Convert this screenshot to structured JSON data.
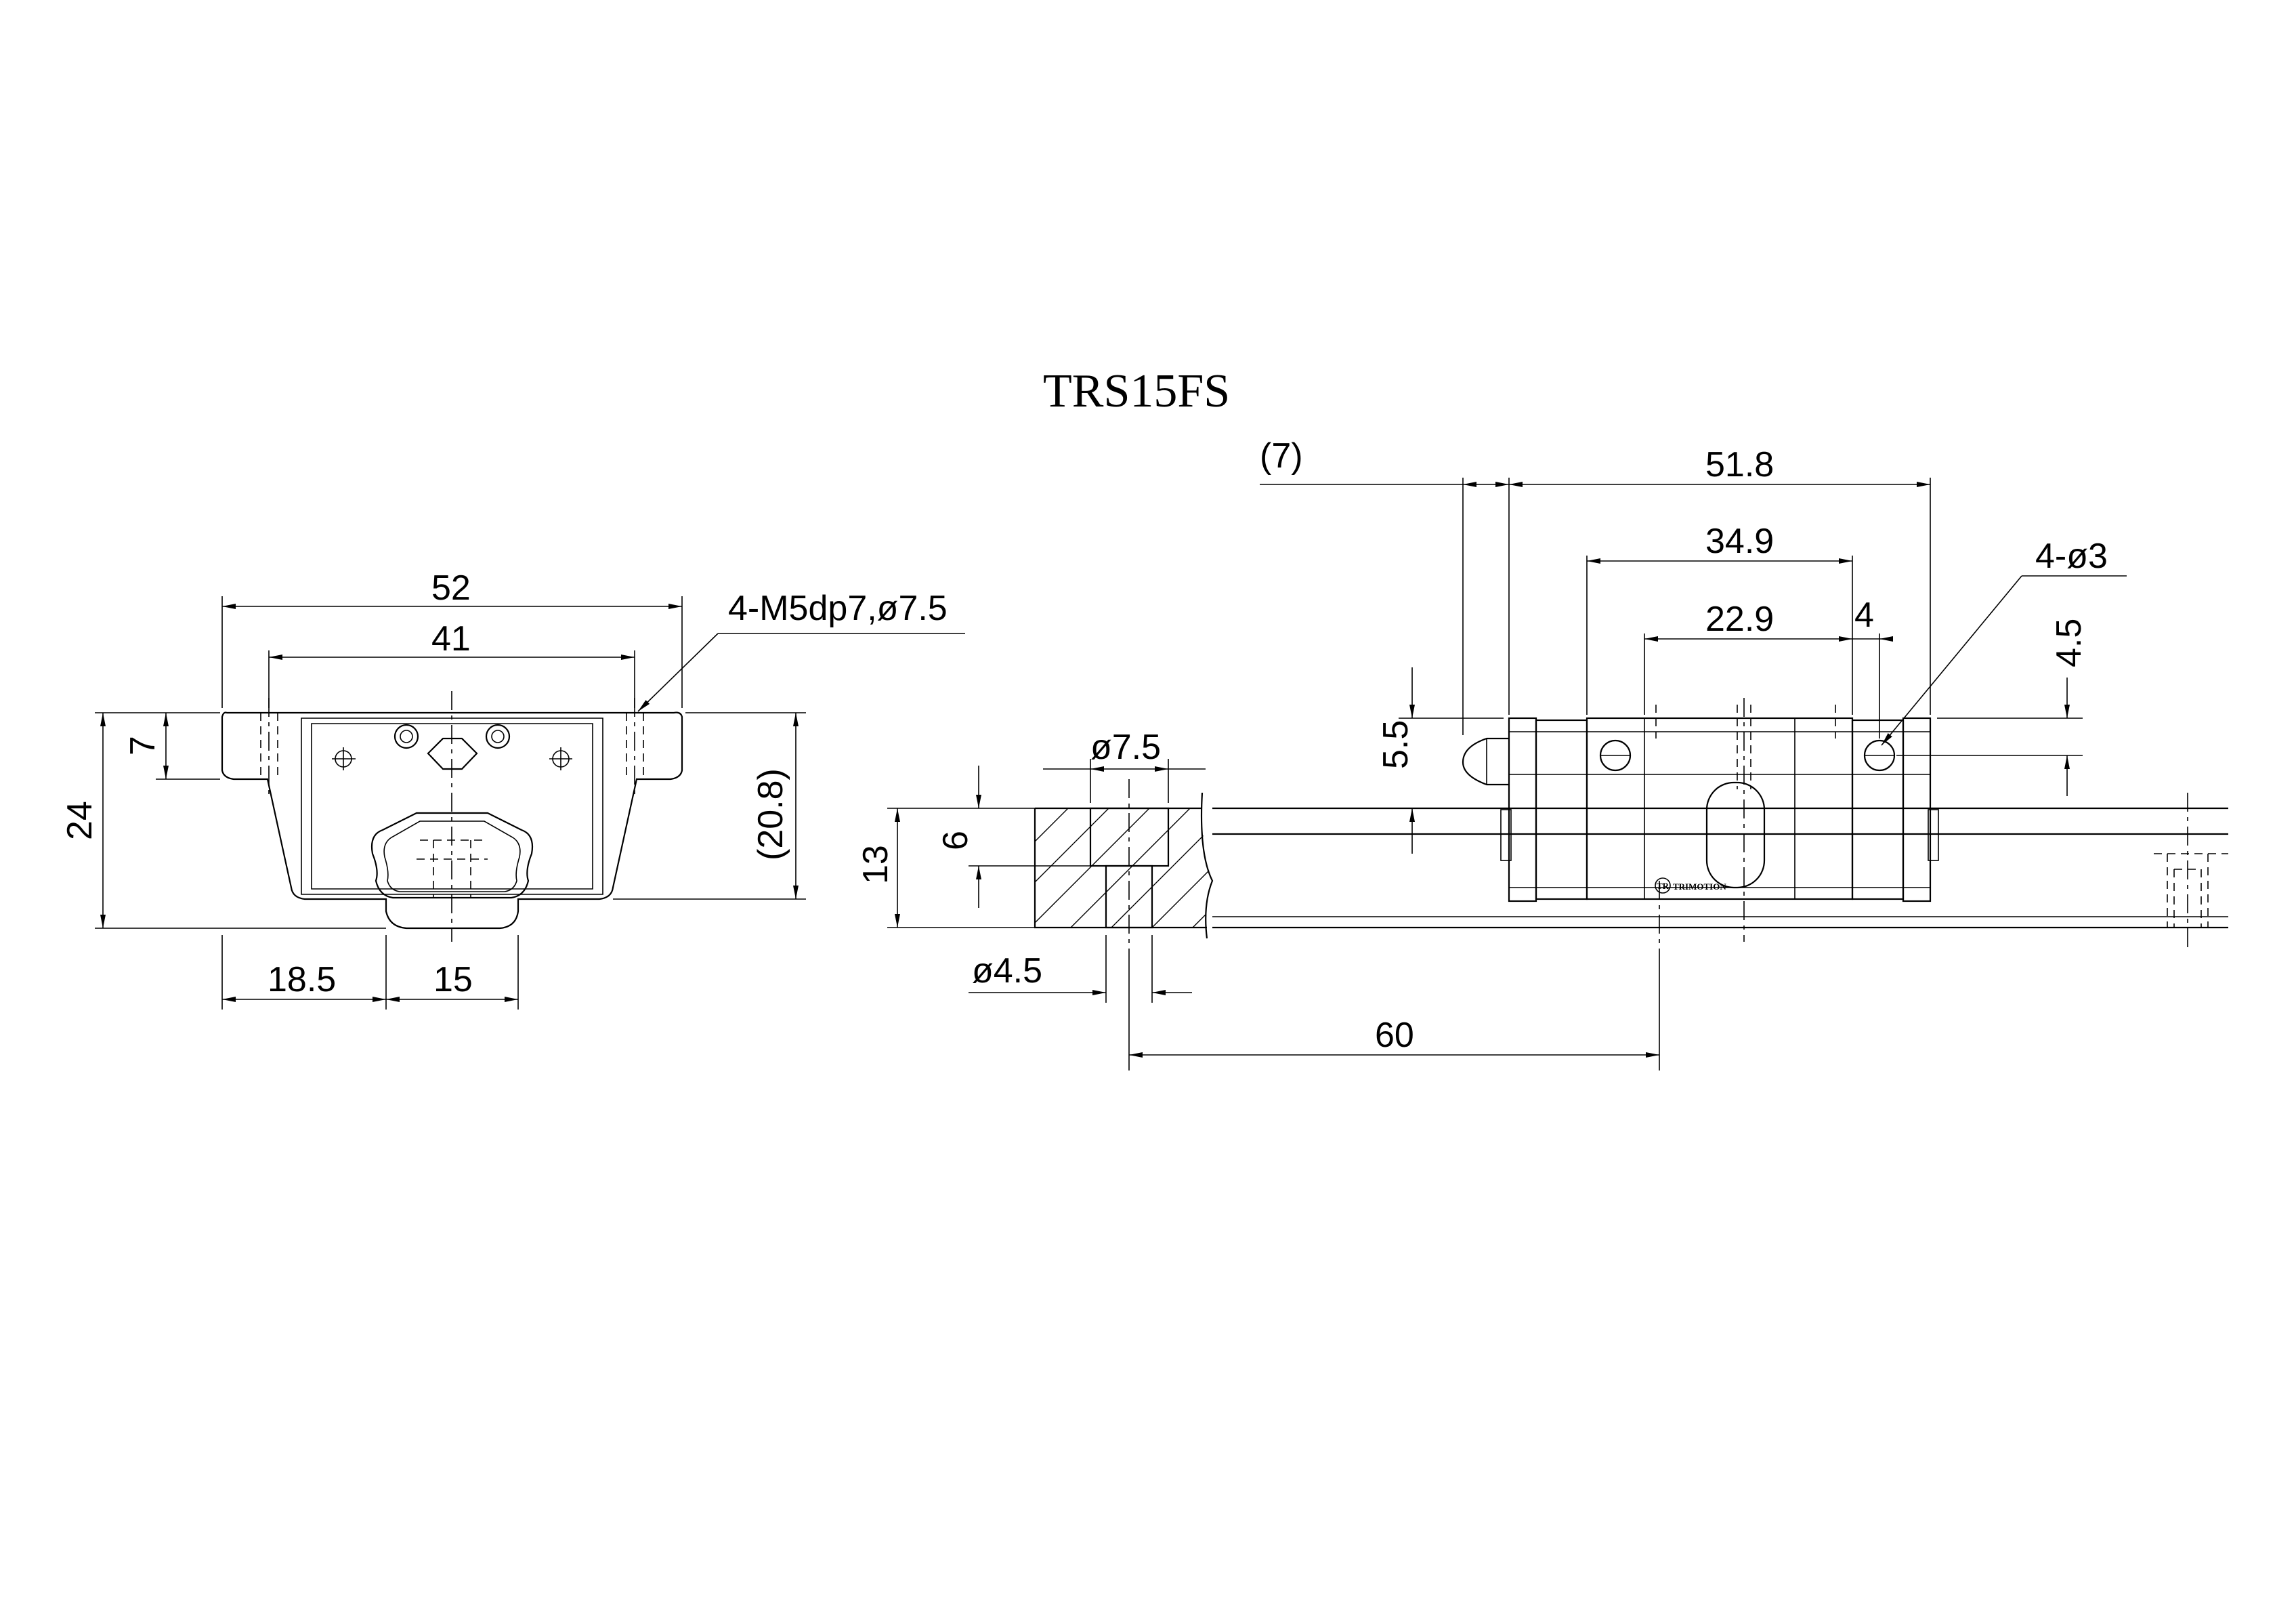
{
  "title": "TRS15FS",
  "brand": {
    "logo": "TR",
    "name": "TRIMOTION"
  },
  "front_view": {
    "dim_width": "52",
    "dim_mount_spacing": "41",
    "dim_thread": "4-M5dp7,ø7.5",
    "dim_height": "24",
    "dim_flange": "7",
    "dim_block_height": "(20.8)",
    "dim_offset": "18.5",
    "dim_rail_width": "15"
  },
  "side_view": {
    "dim_end_seal": "(7)",
    "dim_overall_length": "51.8",
    "dim_body_length": "34.9",
    "dim_hole_spacing": "22.9",
    "dim_hole_offset": "4",
    "dim_lube_holes": "4-ø3",
    "dim_lube_height": "4.5",
    "dim_nipple_height": "5.5",
    "dim_rail_height": "13",
    "dim_counterbore_depth": "6",
    "dim_counterbore_dia": "ø7.5",
    "dim_bolt_dia": "ø4.5",
    "dim_pitch": "60"
  }
}
